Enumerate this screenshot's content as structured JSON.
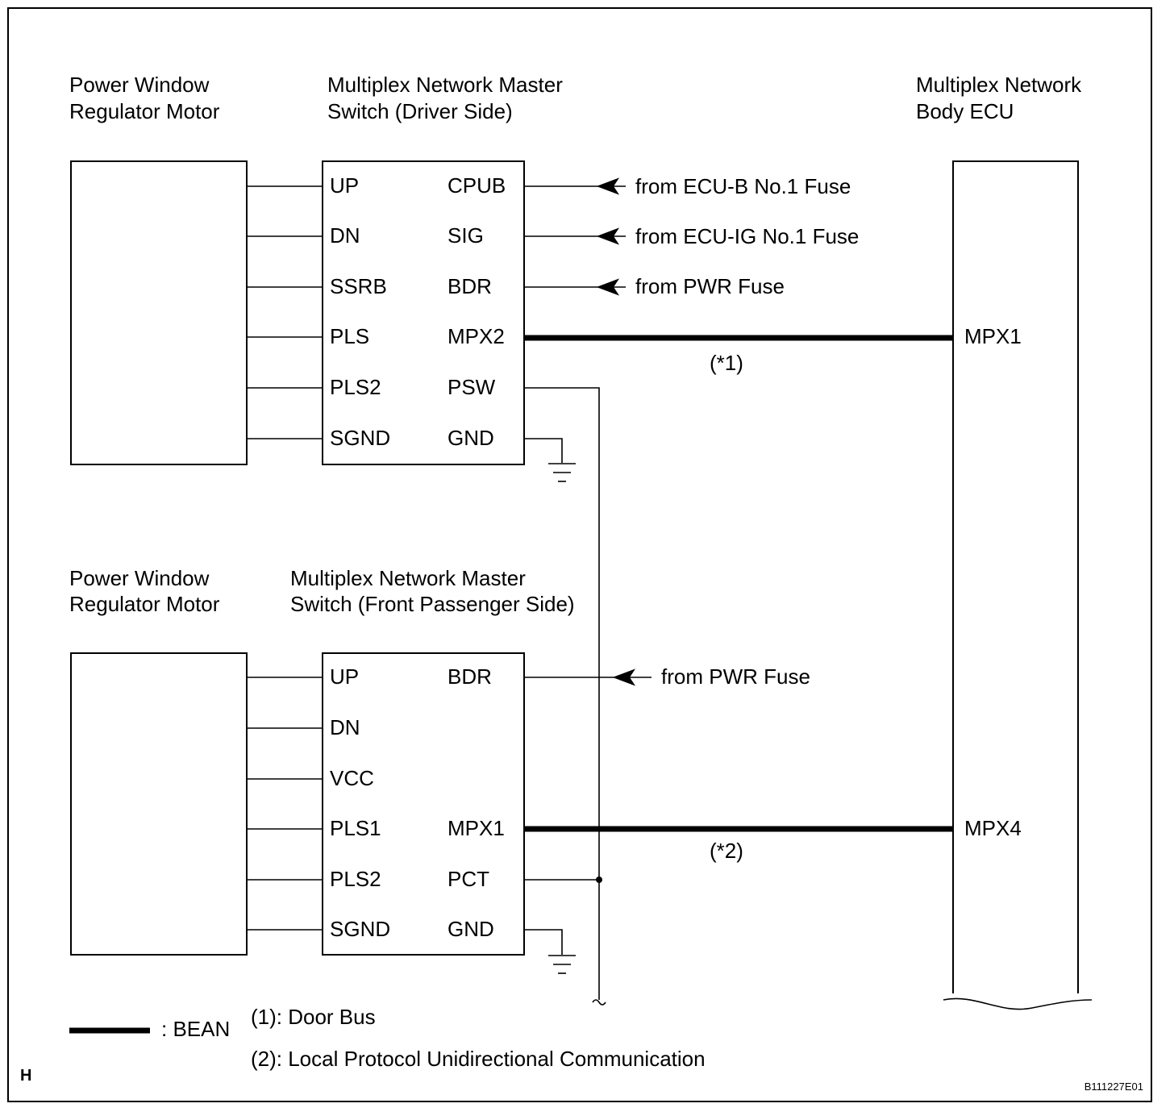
{
  "top": {
    "motor_title": [
      "Power Window",
      "Regulator Motor"
    ],
    "switch_title": [
      "Multiplex Network Master",
      "Switch (Driver Side)"
    ],
    "left_pins": [
      "UP",
      "DN",
      "SSRB",
      "PLS",
      "PLS2",
      "SGND"
    ],
    "right_pins": [
      "CPUB",
      "SIG",
      "BDR",
      "MPX2",
      "PSW",
      "GND"
    ],
    "feeds": [
      "from ECU-B No.1 Fuse",
      "from ECU-IG No.1 Fuse",
      "from PWR Fuse"
    ],
    "bus_note": "(*1)"
  },
  "bottom": {
    "motor_title": [
      "Power Window",
      "Regulator Motor"
    ],
    "switch_title": [
      "Multiplex Network Master",
      "Switch (Front Passenger Side)"
    ],
    "left_pins": [
      "UP",
      "DN",
      "VCC",
      "PLS1",
      "PLS2",
      "SGND"
    ],
    "right_pins": [
      "BDR",
      "",
      "",
      "MPX1",
      "PCT",
      "GND"
    ],
    "feeds": [
      "from PWR Fuse"
    ],
    "bus_note": "(*2)"
  },
  "ecu": {
    "title": [
      "Multiplex Network",
      "Body ECU"
    ],
    "pins": [
      "MPX1",
      "MPX4"
    ]
  },
  "legend": {
    "bean": ": BEAN",
    "note1": "(1): Door Bus",
    "note2": "(2): Local Protocol Unidirectional Communication"
  },
  "corner_letter": "H",
  "figure_code": "B111227E01"
}
